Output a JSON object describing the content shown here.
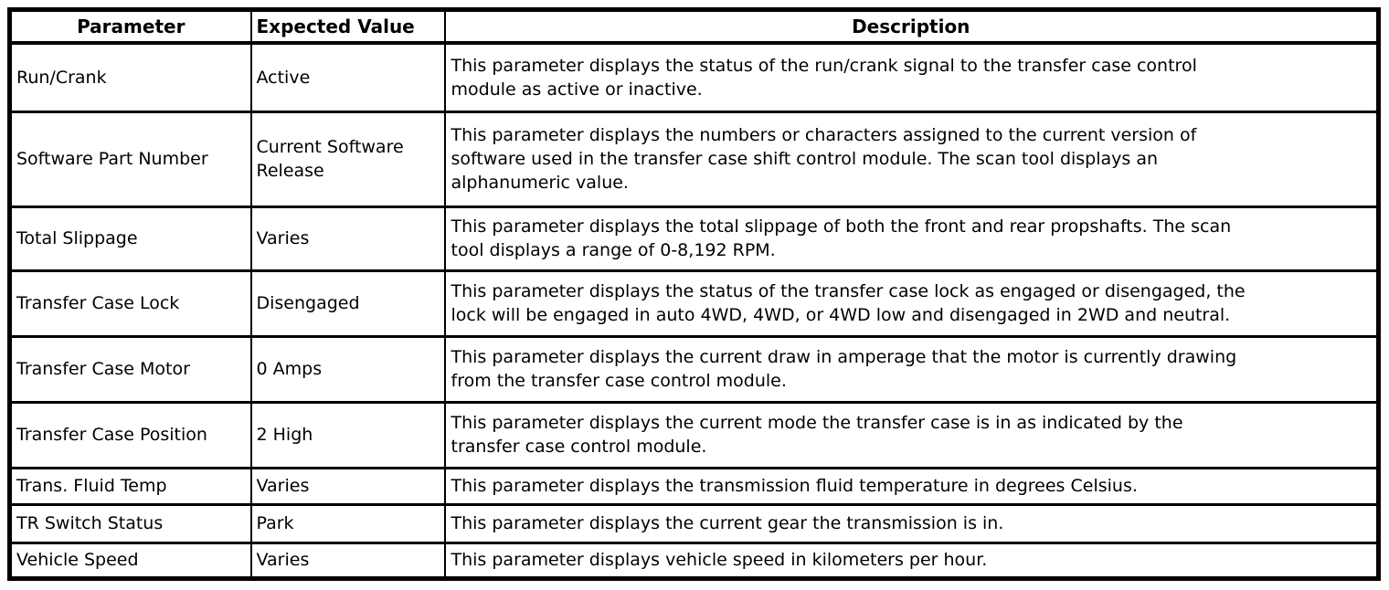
{
  "table": {
    "headers": {
      "parameter": "Parameter",
      "expected_value": "Expected Value",
      "description": "Description"
    },
    "rows": [
      {
        "parameter": "Run/Crank",
        "expected_value": "Active",
        "description_lines": [
          "This parameter displays the status of the run/crank signal to the transfer case control",
          "module as active or inactive."
        ]
      },
      {
        "parameter": "Software Part Number",
        "expected_value": "Current Software Release",
        "description_lines": [
          "This parameter displays the numbers or characters assigned to the current version of",
          "software used in the transfer case shift control module. The scan tool displays an",
          "alphanumeric value."
        ]
      },
      {
        "parameter": "Total Slippage",
        "expected_value": "Varies",
        "description_lines": [
          "This parameter displays the total slippage of both the front and rear propshafts. The scan",
          "tool displays a range of 0-8,192 RPM."
        ]
      },
      {
        "parameter": "Transfer Case Lock",
        "expected_value": "Disengaged",
        "description_lines": [
          "This parameter displays the status of the transfer case lock as engaged or disengaged, the",
          "lock will be engaged in auto 4WD, 4WD, or 4WD low and disengaged in 2WD and neutral."
        ]
      },
      {
        "parameter": "Transfer Case Motor",
        "expected_value": "0 Amps",
        "description_lines": [
          "This parameter displays the current draw in amperage that the motor is currently drawing",
          "from the transfer case control module."
        ]
      },
      {
        "parameter": "Transfer Case Position",
        "expected_value": "2 High",
        "description_lines": [
          "This parameter displays the current mode the transfer case is in as indicated by the",
          "transfer case control module."
        ]
      },
      {
        "parameter": "Trans. Fluid Temp",
        "expected_value": "Varies",
        "description_lines": [
          "This parameter displays the transmission fluid temperature in degrees Celsius."
        ]
      },
      {
        "parameter": "TR Switch Status",
        "expected_value": "Park",
        "description_lines": [
          "This parameter displays the current gear the transmission is in."
        ]
      },
      {
        "parameter": "Vehicle Speed",
        "expected_value": "Varies",
        "description_lines": [
          "This parameter displays vehicle speed in kilometers per hour."
        ]
      }
    ]
  }
}
